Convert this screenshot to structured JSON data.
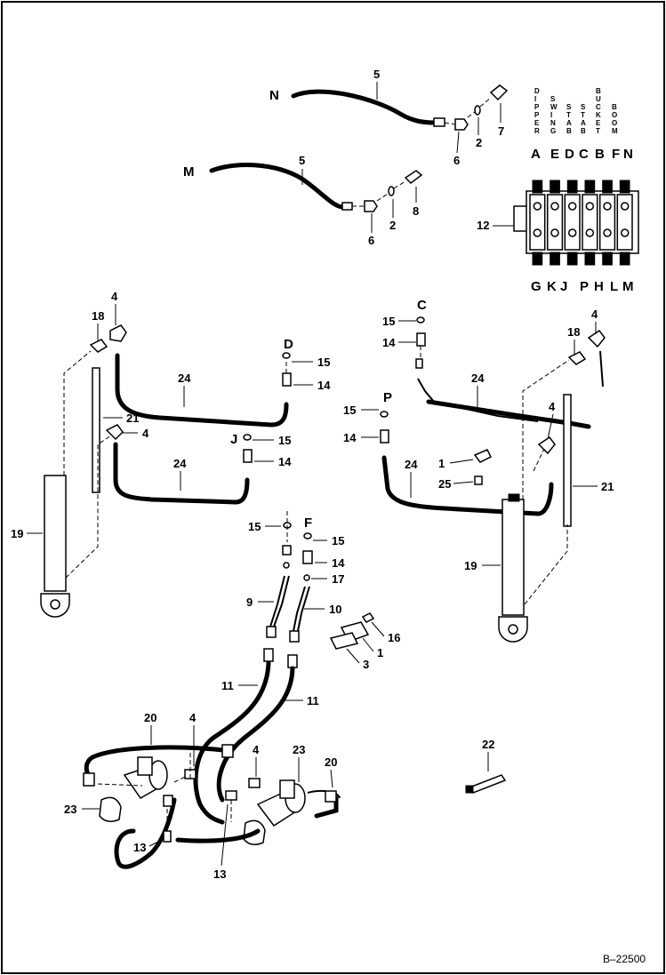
{
  "figure_number": "B–22500",
  "valve_letters_top": [
    "A",
    "E",
    "D",
    "C",
    "B",
    "F",
    "N"
  ],
  "valve_letters_bottom": [
    "G",
    "K",
    "J",
    "P",
    "H",
    "L",
    "M"
  ],
  "valve_spool_labels": [
    "DIPPER",
    "SWING",
    "STAB",
    "STAB",
    "BUCKET",
    "BOOM"
  ],
  "port_letters": {
    "N": "N",
    "M": "M",
    "C": "C",
    "D": "D",
    "J": "J",
    "P": "P",
    "F": "F"
  },
  "callouts": {
    "c1": "1",
    "c2": "2",
    "c3": "3",
    "c4": "4",
    "c5": "5",
    "c6": "6",
    "c7": "7",
    "c8": "8",
    "c9": "9",
    "c10": "10",
    "c11": "11",
    "c12": "12",
    "c13": "13",
    "c14": "14",
    "c15": "15",
    "c16": "16",
    "c17": "17",
    "c18": "18",
    "c19": "19",
    "c20": "20",
    "c21": "21",
    "c22": "22",
    "c23": "23",
    "c24": "24",
    "c25": "25"
  }
}
